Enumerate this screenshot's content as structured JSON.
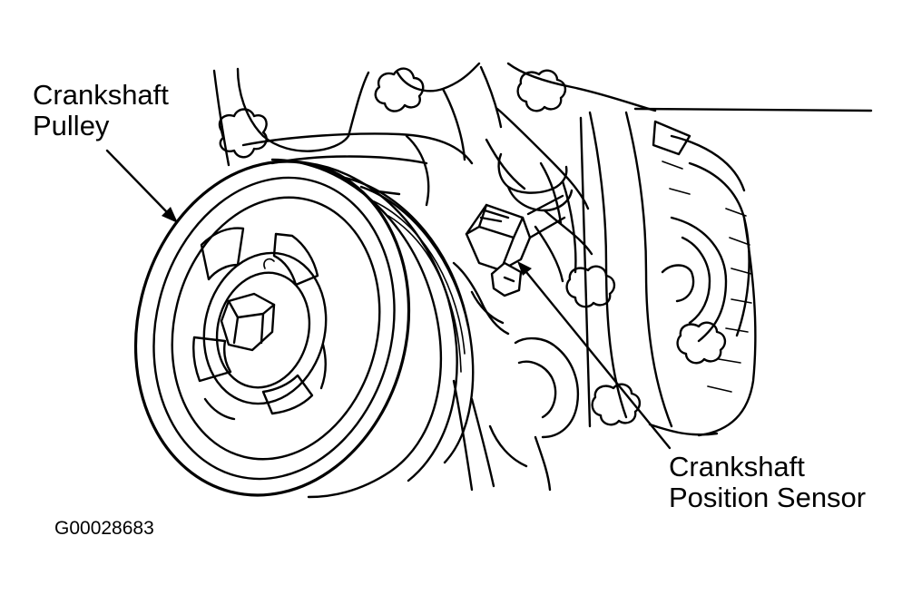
{
  "labels": {
    "pulley": {
      "line1": "Crankshaft",
      "line2": "Pulley"
    },
    "sensor": {
      "line1": "Crankshaft",
      "line2": "Position Sensor"
    }
  },
  "figure_id": "G00028683",
  "colors": {
    "ink": "#000000",
    "background": "#ffffff"
  }
}
